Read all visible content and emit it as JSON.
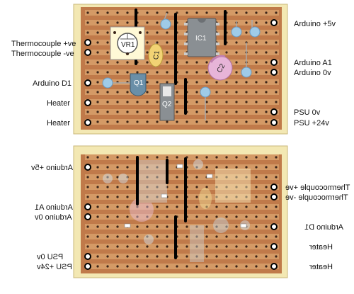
{
  "top_board": {
    "left_labels": [
      "Thermocouple +ve",
      "Thermocouple -ve",
      "Arduino D1",
      "Heater",
      "Heater"
    ],
    "right_labels": [
      "Arduino +5v",
      "Arduino A1",
      "Arduino 0v",
      "PSU  0v",
      "PSU  +24v"
    ],
    "components": {
      "ic": "IC1",
      "trimmer": "VR1",
      "cap1": "C1",
      "cap2": "C2",
      "transistor1": "Q1",
      "transistor2": "Q2"
    }
  },
  "bottom_board": {
    "left_labels": [
      "Arduino +5v",
      "Arduino A1",
      "Arduino 0v",
      "PSU  0v",
      "PSU  +24v"
    ],
    "right_labels": [
      "Thermocouple +ve",
      "Thermocouple -ve",
      "Arduino D1",
      "Heater",
      "Heater"
    ]
  },
  "colors": {
    "board": "#c07a4a",
    "strip": "#d49a66",
    "hole": "#3a2418",
    "frame": "#f3e8b3",
    "link": "#000000"
  }
}
